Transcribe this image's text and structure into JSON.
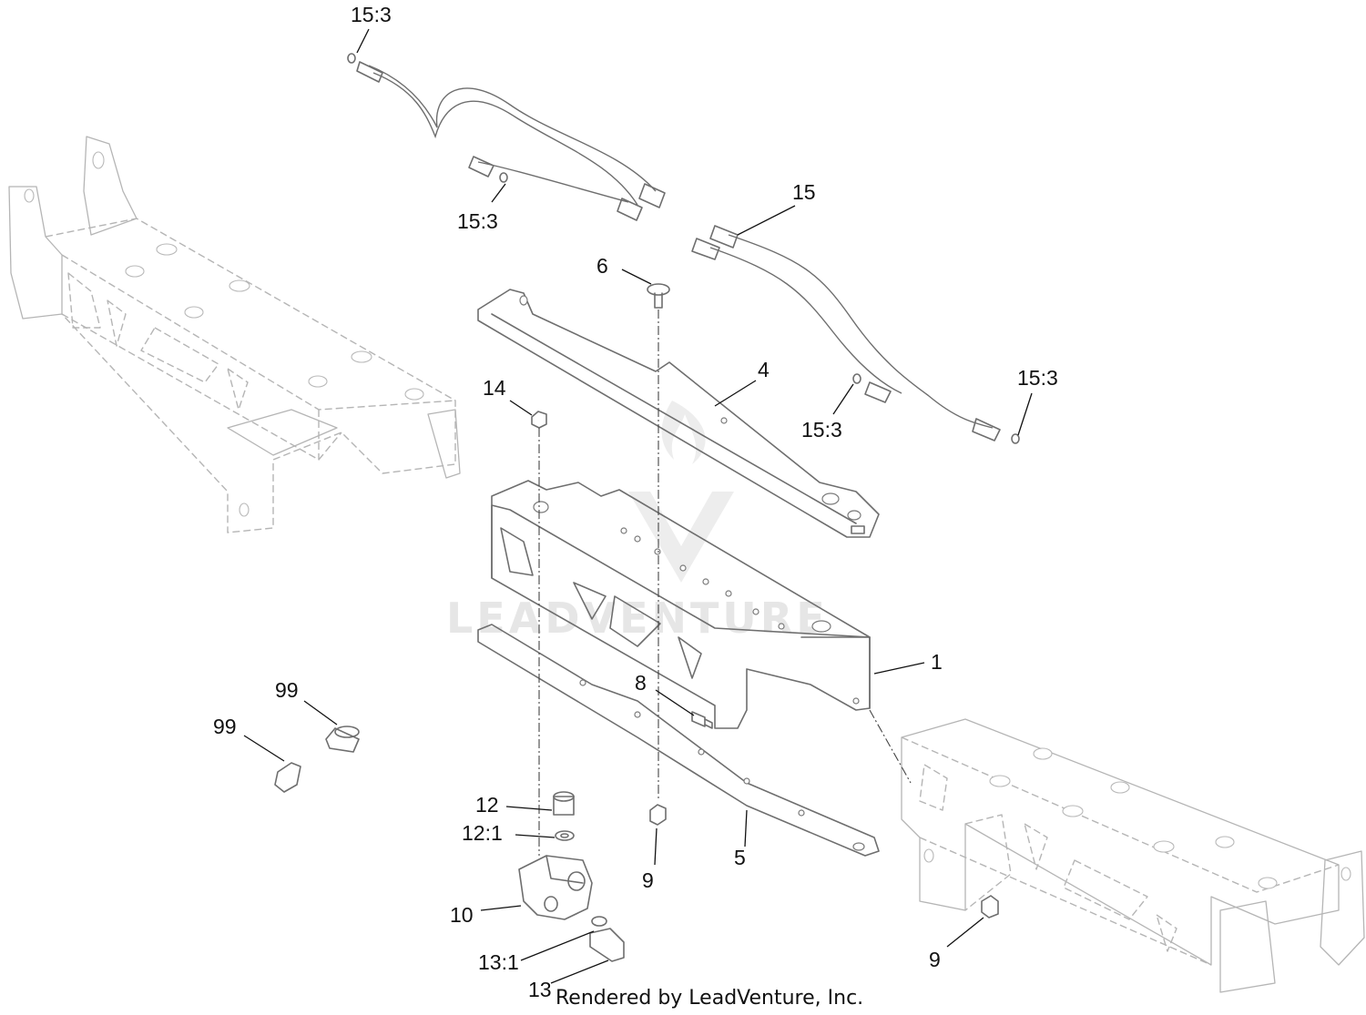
{
  "callouts": [
    {
      "id": "c-15-3-a",
      "text": "15:3"
    },
    {
      "id": "c-15-3-b",
      "text": "15:3"
    },
    {
      "id": "c-15",
      "text": "15"
    },
    {
      "id": "c-6",
      "text": "6"
    },
    {
      "id": "c-4",
      "text": "4"
    },
    {
      "id": "c-14",
      "text": "14"
    },
    {
      "id": "c-15-3-c",
      "text": "15:3"
    },
    {
      "id": "c-15-3-d",
      "text": "15:3"
    },
    {
      "id": "c-1",
      "text": "1"
    },
    {
      "id": "c-8",
      "text": "8"
    },
    {
      "id": "c-99-a",
      "text": "99"
    },
    {
      "id": "c-99-b",
      "text": "99"
    },
    {
      "id": "c-12",
      "text": "12"
    },
    {
      "id": "c-12-1",
      "text": "12:1"
    },
    {
      "id": "c-9-a",
      "text": "9"
    },
    {
      "id": "c-5",
      "text": "5"
    },
    {
      "id": "c-10",
      "text": "10"
    },
    {
      "id": "c-9-b",
      "text": "9"
    },
    {
      "id": "c-13-1",
      "text": "13:1"
    },
    {
      "id": "c-13",
      "text": "13"
    }
  ],
  "footer": "Rendered by LeadVenture, Inc.",
  "watermark": "LEADVENTURE",
  "colors": {
    "line": "#6e6e6e",
    "ghost": "#b5b5b5",
    "text": "#111111",
    "watermark": "#e6e6e6"
  }
}
